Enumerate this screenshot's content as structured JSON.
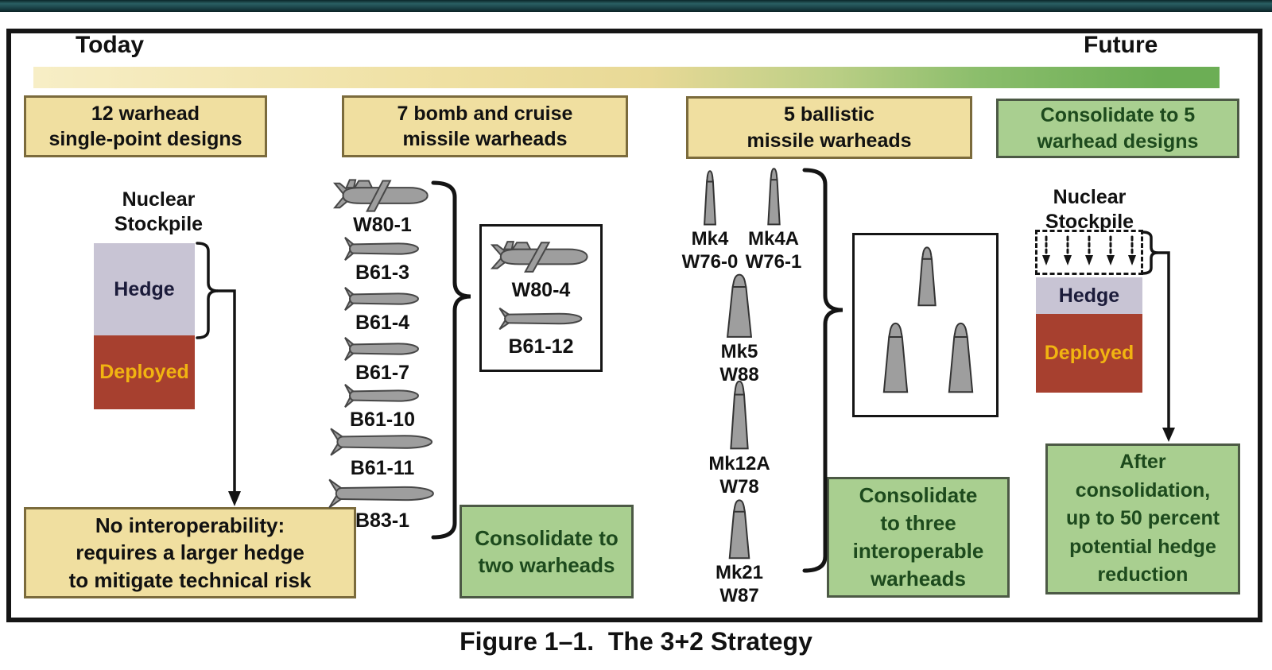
{
  "window": {
    "topbar": "window chrome strip"
  },
  "figure": {
    "caption": "Figure 1–1.  The 3+2 Strategy"
  },
  "timeline": {
    "left_label": "Today",
    "right_label": "Future"
  },
  "col1": {
    "header": "12 warhead\nsingle-point designs",
    "stockpile_label": "Nuclear\nStockpile",
    "hedge_label": "Hedge",
    "deployed_label": "Deployed",
    "note": "No interoperability:\nrequires a larger hedge\nto mitigate technical risk"
  },
  "col2": {
    "header": "7 bomb and cruise\nmissile warheads",
    "weapons": [
      {
        "label": "W80-1",
        "type": "cruise-missile"
      },
      {
        "label": "B61-3",
        "type": "bomb"
      },
      {
        "label": "B61-4",
        "type": "bomb"
      },
      {
        "label": "B61-7",
        "type": "bomb"
      },
      {
        "label": "B61-10",
        "type": "bomb"
      },
      {
        "label": "B61-11",
        "type": "bomb-large"
      },
      {
        "label": "B83-1",
        "type": "bomb-large"
      }
    ],
    "consolidated": [
      {
        "label": "W80-4",
        "type": "cruise-missile"
      },
      {
        "label": "B61-12",
        "type": "bomb"
      }
    ],
    "result": "Consolidate to\ntwo warheads"
  },
  "col3": {
    "header": "5 ballistic\nmissile warheads",
    "warheads": [
      {
        "label": "Mk4\nW76-0"
      },
      {
        "label": "Mk4A\nW76-1"
      },
      {
        "label": "Mk5\nW88"
      },
      {
        "label": "Mk12A\nW78"
      },
      {
        "label": "Mk21\nW87"
      }
    ],
    "result": "Consolidate\nto three\ninteroperable\nwarheads"
  },
  "col4": {
    "header": "Consolidate to 5\nwarhead designs",
    "stockpile_label": "Nuclear\nStockpile",
    "hedge_label": "Hedge",
    "deployed_label": "Deployed",
    "result": "After\nconsolidation,\nup to 50 percent\npotential hedge\nreduction"
  },
  "colors": {
    "topbar": "#1b4449",
    "yellow_box": "#f0dfa0",
    "yellow_border": "#7b6b3c",
    "green_box": "#a9cf90",
    "green_border": "#4c5945",
    "green_text": "#1d4a1d",
    "hedge_fill": "#c8c4d4",
    "hedge_text": "#1b1b3a",
    "deployed_fill": "#a7402f",
    "deployed_text": "#f1b411",
    "gradient_start": "#f7eec6",
    "gradient_end": "#6cae55",
    "icon_fill": "#9e9e9e",
    "icon_stroke": "#474747"
  }
}
